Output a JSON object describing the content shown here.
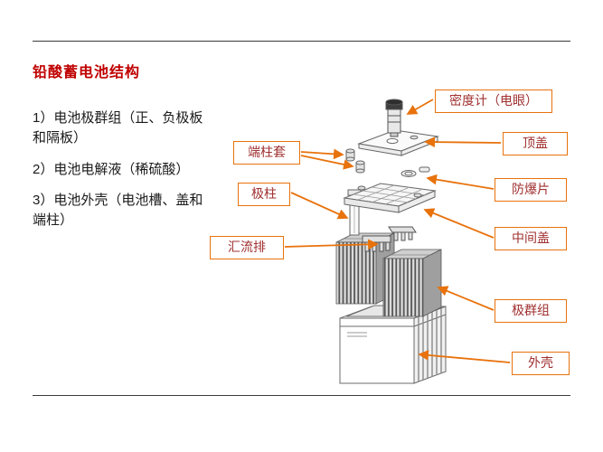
{
  "slide": {
    "title": "铅酸蓄电池结构",
    "bullets": [
      "1）电池极群组（正、负极板和隔板）",
      "2）电池电解液（稀硫酸）",
      "3）电池外壳（电池槽、盖和端柱）"
    ]
  },
  "callouts": [
    {
      "id": "density-meter",
      "text": "密度计（电眼）"
    },
    {
      "id": "top-cover",
      "text": "顶盖"
    },
    {
      "id": "terminal-sleeve",
      "text": "端柱套"
    },
    {
      "id": "explosion-proof-plate",
      "text": "防爆片"
    },
    {
      "id": "terminal-post",
      "text": "极柱"
    },
    {
      "id": "middle-cover",
      "text": "中间盖"
    },
    {
      "id": "bus-bar",
      "text": "汇流排"
    },
    {
      "id": "plate-group",
      "text": "极群组"
    },
    {
      "id": "case",
      "text": "外壳"
    }
  ],
  "colors": {
    "accent_orange": "#E8720C",
    "callout_text": "#A03030",
    "title_red": "#C00000",
    "body_text": "#1a1a1a",
    "line_art": "#6b6b6b"
  }
}
